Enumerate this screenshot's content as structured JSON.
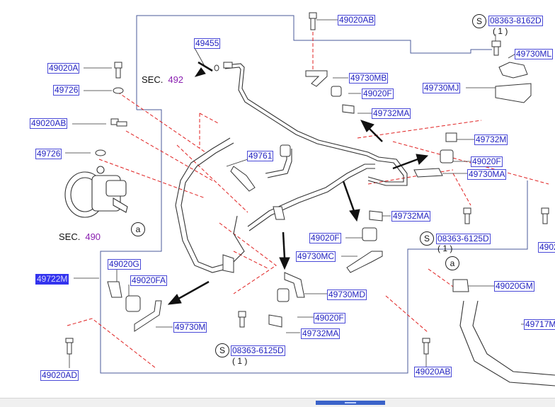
{
  "labels": {
    "p49020AB_top": "49020AB",
    "p08363_8162D": "08363-8162D",
    "q_8162D": "( 1 )",
    "p49730ML": "49730ML",
    "p49455": "49455",
    "p49020A": "49020A",
    "p49726_a": "49726",
    "p49730MB": "49730MB",
    "p49020F_a": "49020F",
    "p49730MJ": "49730MJ",
    "p49732MA_a": "49732MA",
    "p49020AB_left": "49020AB",
    "p49732M": "49732M",
    "p49726_b": "49726",
    "p49761": "49761",
    "p49020F_b": "49020F",
    "p49730MA": "49730MA",
    "p49732MA_b": "49732MA",
    "p49020F_c": "49020F",
    "p08363_6125D_a": "08363-6125D",
    "q_6125D_a": "( 1 )",
    "p4902_cut": "4902",
    "p49730MC": "49730MC",
    "p49020G": "49020G",
    "p49722M": "49722M",
    "p49020FA": "49020FA",
    "p49020GM": "49020GM",
    "p49730MD": "49730MD",
    "p49730M": "49730M",
    "p49020F_d": "49020F",
    "p49717M_cut": "49717M",
    "p49732MA_c": "49732MA",
    "p08363_6125D_b": "08363-6125D",
    "q_6125D_b": "( 1 )",
    "p49020AD": "49020AD",
    "p49020AB_bottom": "49020AB"
  },
  "sections": {
    "sec492_label": "SEC.",
    "sec492_num": "492",
    "sec490_label": "SEC.",
    "sec490_num": "490"
  },
  "callouts": {
    "a1": "a",
    "a2": "a",
    "s1": "S",
    "s2": "S",
    "s3": "S"
  },
  "colors": {
    "part_number_text": "#1f1fbf",
    "part_number_border": "#4a4ad8",
    "selected_fill": "#3333ee",
    "section_number": "#8a1fb0",
    "leader_dashed": "#e02020",
    "outline": "#333333"
  }
}
